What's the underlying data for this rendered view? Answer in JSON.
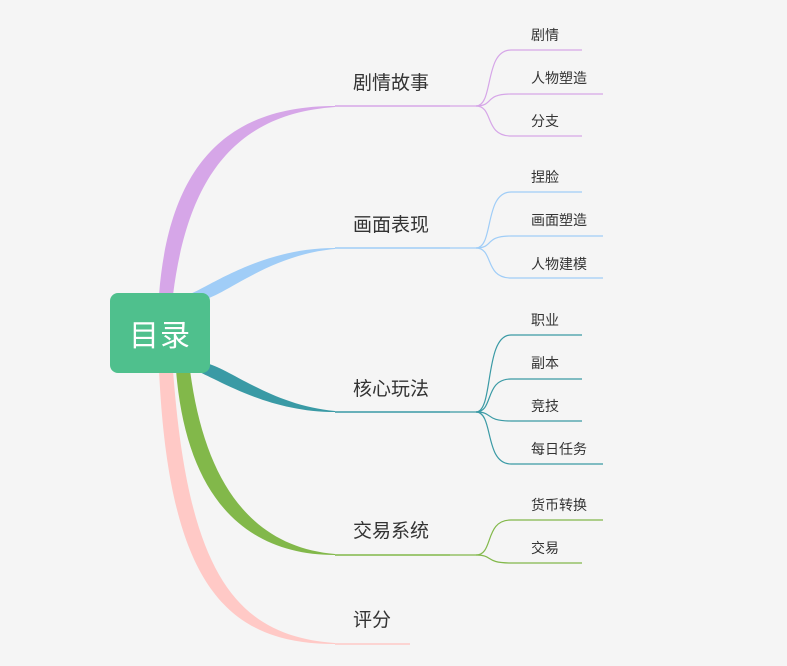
{
  "root": {
    "label": "目录",
    "color": "#4fc08d"
  },
  "branches": [
    {
      "label": "剧情故事",
      "color": "#d6a6e8",
      "children": [
        "剧情",
        "人物塑造",
        "分支"
      ]
    },
    {
      "label": "画面表现",
      "color": "#a0cdf7",
      "children": [
        "捏脸",
        "画面塑造",
        "人物建模"
      ]
    },
    {
      "label": "核心玩法",
      "color": "#3a9aa5",
      "children": [
        "职业",
        "副本",
        "竞技",
        "每日任务"
      ]
    },
    {
      "label": "交易系统",
      "color": "#82b84a",
      "children": [
        "货币转换",
        "交易"
      ]
    },
    {
      "label": "评分",
      "color": "#ffc9c6",
      "children": []
    }
  ]
}
